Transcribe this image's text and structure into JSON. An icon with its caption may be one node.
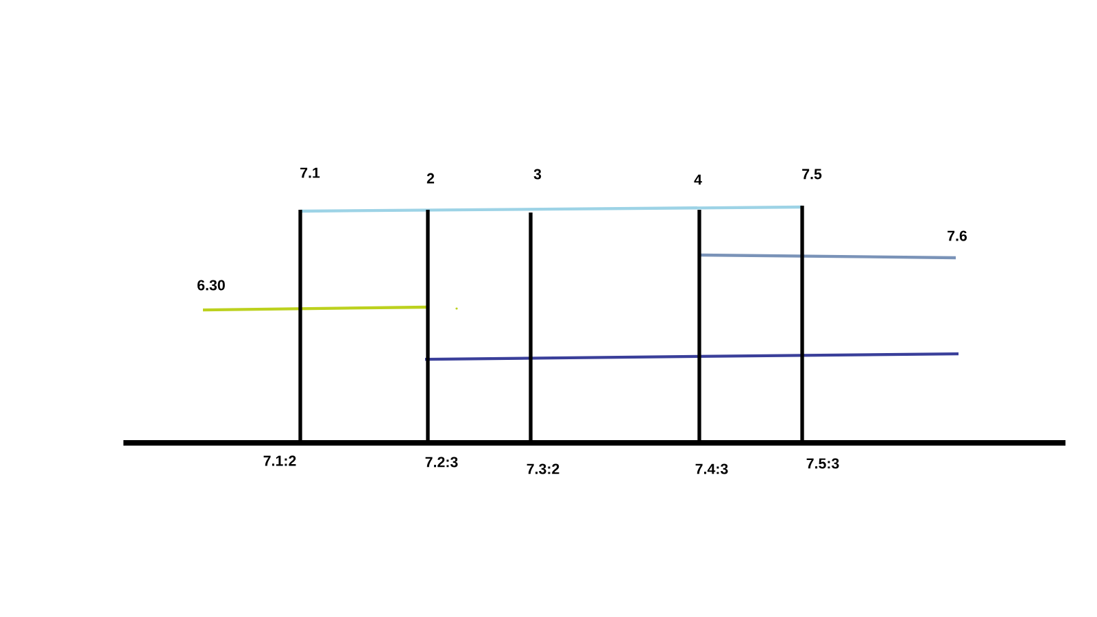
{
  "diagram": {
    "labels": [
      "7.1",
      "2",
      "3",
      "4",
      "7.5",
      "7.6",
      "6.30",
      "7.1:2",
      "7.2:3",
      "7.3:2",
      "7.4:3",
      "7.5:3"
    ]
  }
}
